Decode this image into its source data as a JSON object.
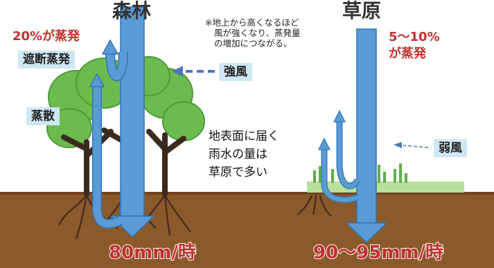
{
  "forest": {
    "title": "森林",
    "evaporation_percent": "20%が蒸発",
    "interception_label": "遮断蒸発",
    "transpiration_label": "蒸散",
    "rainfall": "80mm/時"
  },
  "grassland": {
    "title": "草原",
    "evaporation_percent_line1": "5〜10%",
    "evaporation_percent_line2": "が蒸発",
    "rainfall": "90〜95mm/時"
  },
  "wind": {
    "strong_label": "強風",
    "weak_label": "弱風"
  },
  "notes": {
    "height_note": [
      "※地上から高くなるほど",
      "風が強くなり、蒸発量",
      "の増加につながる。"
    ],
    "surface_note": [
      "地表面に届く",
      "雨水の量は",
      "草原で多い"
    ]
  },
  "colors": {
    "arrow_blue": "#5b9bd5",
    "arrow_outline": "#2e75b6",
    "soil": "#8b5a2b",
    "tree_green": "#5db04a",
    "grass_green": "#a8d88c",
    "label_bg": "#cfe6f4",
    "red_text": "#c0312c"
  }
}
